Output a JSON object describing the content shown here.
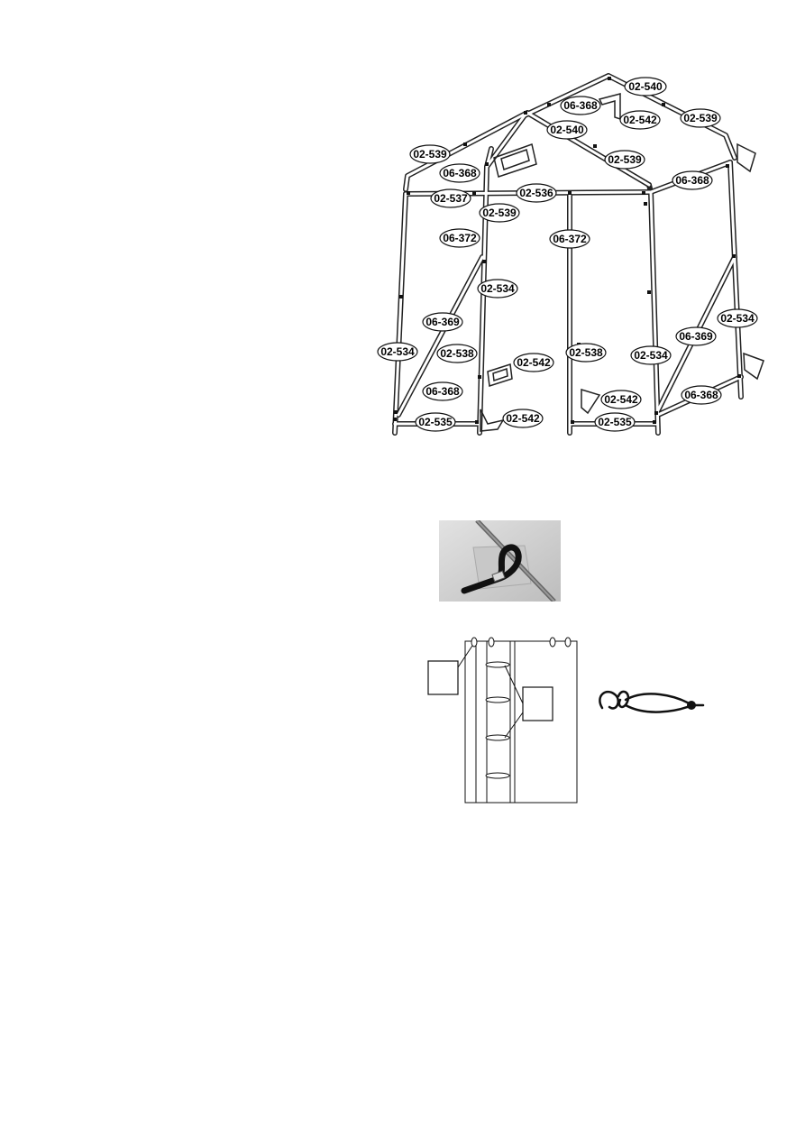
{
  "frame_diagram": {
    "part_labels": [
      "02-540",
      "06-368",
      "02-542",
      "02-539",
      "02-540",
      "02-539",
      "02-539",
      "06-368",
      "02-537",
      "02-536",
      "02-539",
      "06-368",
      "06-372",
      "06-372",
      "02-534",
      "02-534",
      "06-369",
      "06-369",
      "02-534",
      "02-538",
      "02-538",
      "02-534",
      "02-542",
      "06-368",
      "02-542",
      "06-368",
      "02-542",
      "02-535",
      "02-535"
    ]
  },
  "strap_photo": {
    "description_icon": "velcro-strap-photo"
  },
  "panel_diagram": {
    "icon": "cover-panel-with-loops"
  },
  "knot_diagram": {
    "icon": "bungee-knot-icon"
  }
}
